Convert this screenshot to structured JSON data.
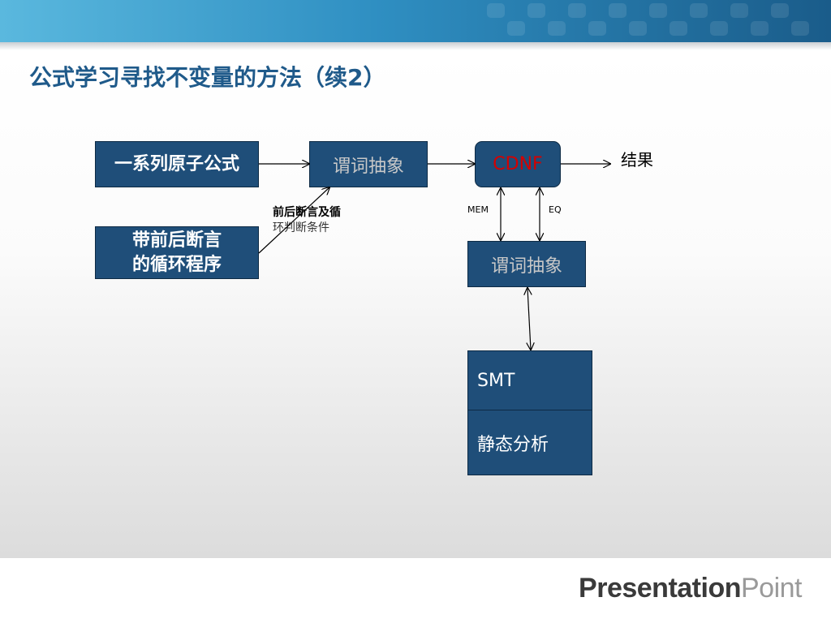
{
  "title": "公式学习寻找不变量的方法（续2）",
  "boxes": {
    "atoms": "一系列原子公式",
    "loop_line1": "带前后断言",
    "loop_line2": "的循环程序",
    "abstraction_top": "谓词抽象",
    "cdnf": "CDNF",
    "abstraction_right": "谓词抽象",
    "smt": "SMT",
    "static": "静态分析"
  },
  "labels": {
    "result": "结果",
    "conditions_line1": "前后断言及循",
    "conditions_line2": "环判断条件",
    "mem": "MEM",
    "eq": "EQ"
  },
  "brand": {
    "part1": "Presentation",
    "part2": "Point"
  },
  "colors": {
    "box_fill": "#1f4e79",
    "title": "#1f5a8a",
    "cdnf_text": "#d60000"
  }
}
